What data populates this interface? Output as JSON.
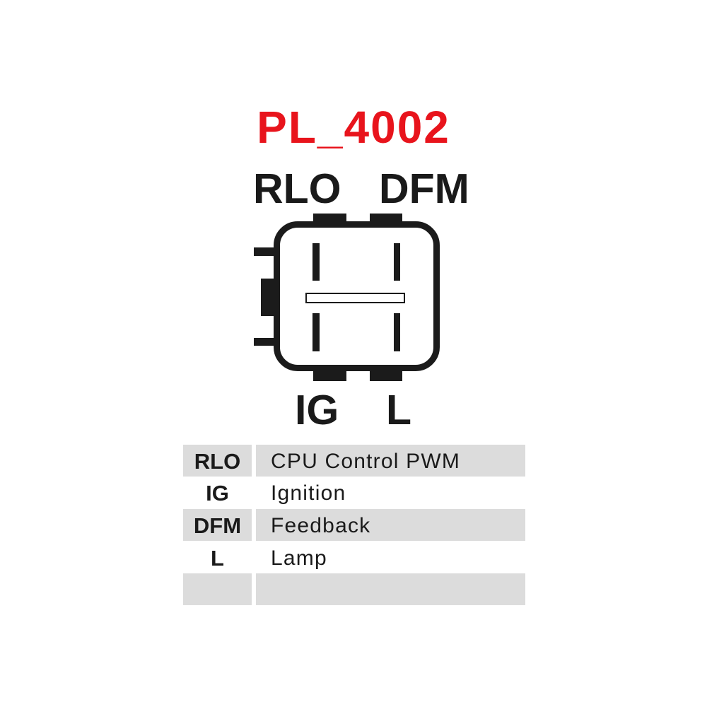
{
  "title": "PL_4002",
  "colors": {
    "title": "#e8141c",
    "ink": "#1b1b1b",
    "row_shade": "#dcdcdc",
    "background": "#ffffff"
  },
  "connector": {
    "top_labels": [
      "RLO",
      "DFM"
    ],
    "bottom_labels": [
      "IG",
      "L"
    ]
  },
  "pinout_table": {
    "rows": [
      {
        "code": "RLO",
        "description": "CPU Control PWM",
        "shaded": true
      },
      {
        "code": "IG",
        "description": "Ignition",
        "shaded": false
      },
      {
        "code": "DFM",
        "description": "Feedback",
        "shaded": true
      },
      {
        "code": "L",
        "description": "Lamp",
        "shaded": false
      },
      {
        "code": "",
        "description": "",
        "shaded": true
      }
    ]
  }
}
